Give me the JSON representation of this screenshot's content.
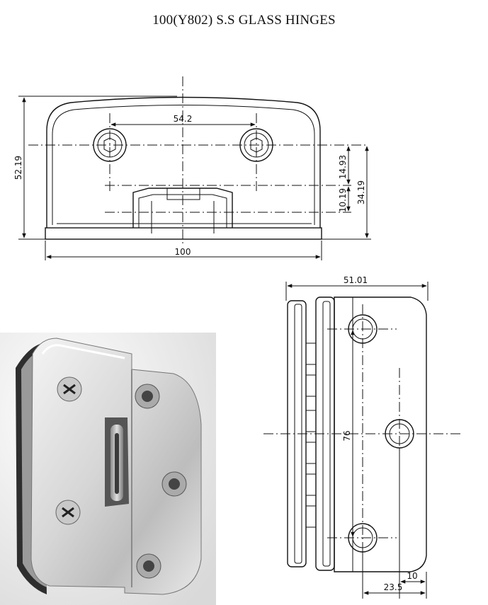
{
  "title": "100(Y802) S.S GLASS HINGES",
  "front_view": {
    "dims": {
      "hole_spacing": "54.2",
      "width": "100",
      "height": "52.19",
      "dim_a": "14.93",
      "dim_b": "10.19",
      "dim_c": "34.19"
    }
  },
  "side_view": {
    "dims": {
      "width": "51.01",
      "height": "76",
      "dim_d": "10",
      "dim_e": "23.5"
    }
  }
}
